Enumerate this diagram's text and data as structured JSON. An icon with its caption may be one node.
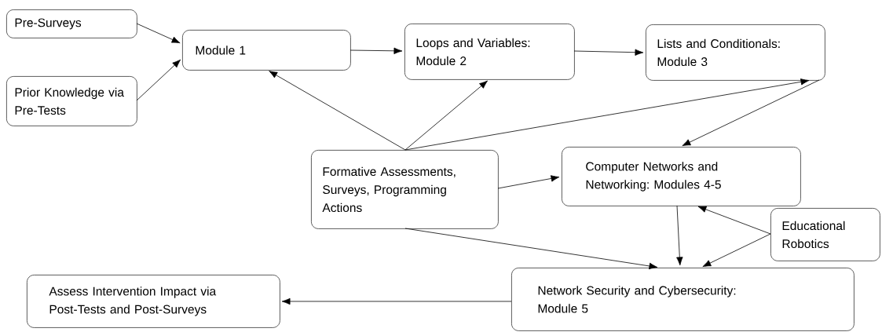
{
  "diagram": {
    "nodes": [
      {
        "text": [
          "Pre-Surveys"
        ]
      },
      {
        "text": [
          "Prior Knowledge via Pre-Tests"
        ]
      },
      {
        "text": [
          "Module 1"
        ]
      },
      {
        "text": [
          "Loops and Variables: Module 2"
        ]
      },
      {
        "text": [
          "Lists and Conditionals: Module 3"
        ]
      },
      {
        "text": [
          "Formative Assessments, Surveys, Programming Actions"
        ]
      },
      {
        "text": [
          "Computer Networks and Networking: Modules 4-5"
        ]
      },
      {
        "text": [
          "Educational Robotics"
        ]
      },
      {
        "text": [
          "Assess Intervention Impact via Post-Tests and Post-Surveys"
        ]
      },
      {
        "text": [
          "Network Security and Cybersecurity: Module 5"
        ]
      }
    ],
    "edges": [
      {
        "from": 0,
        "to": 2,
        "arrow": "to"
      },
      {
        "from": 1,
        "to": 2,
        "arrow": "to"
      },
      {
        "from": 2,
        "to": 3,
        "arrow": "to"
      },
      {
        "from": 3,
        "to": 4,
        "arrow": "to"
      },
      {
        "from": 5,
        "to": 2,
        "arrow": "to"
      },
      {
        "from": 5,
        "to": 3,
        "arrow": "to"
      },
      {
        "from": 5,
        "to": 4,
        "arrow": "to"
      },
      {
        "from": 4,
        "to": 6,
        "arrow": "to"
      },
      {
        "from": 5,
        "to": 6,
        "arrow": "to"
      },
      {
        "from": 5,
        "to": 9,
        "arrow": "to"
      },
      {
        "from": 6,
        "to": 9,
        "arrow": "to"
      },
      {
        "from": 7,
        "to": 6,
        "arrow": "to"
      },
      {
        "from": 7,
        "to": 9,
        "arrow": "to"
      },
      {
        "from": 9,
        "to": 8,
        "arrow": "to"
      }
    ]
  }
}
